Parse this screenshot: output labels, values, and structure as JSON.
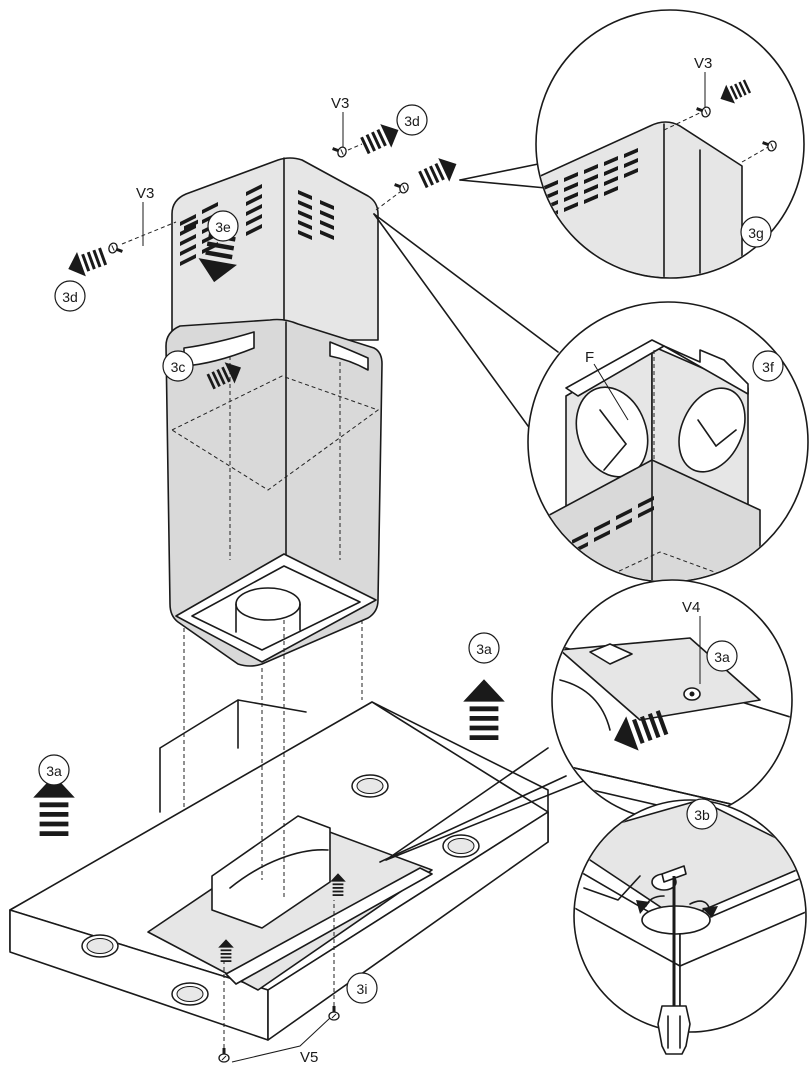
{
  "callouts": {
    "step_3a_left": "3a",
    "step_3a_center": "3a",
    "step_3a_detail": "3a",
    "step_3b": "3b",
    "step_3c": "3c",
    "step_3d_top": "3d",
    "step_3d_left": "3d",
    "step_3e": "3e",
    "step_3f": "3f",
    "step_3g": "3g",
    "step_3i": "3i"
  },
  "labels": {
    "screw_v3_top": "V3",
    "screw_v3_left": "V3",
    "screw_v3_detail": "V3",
    "screw_v4": "V4",
    "screw_v5": "V5",
    "filter_f": "F"
  }
}
